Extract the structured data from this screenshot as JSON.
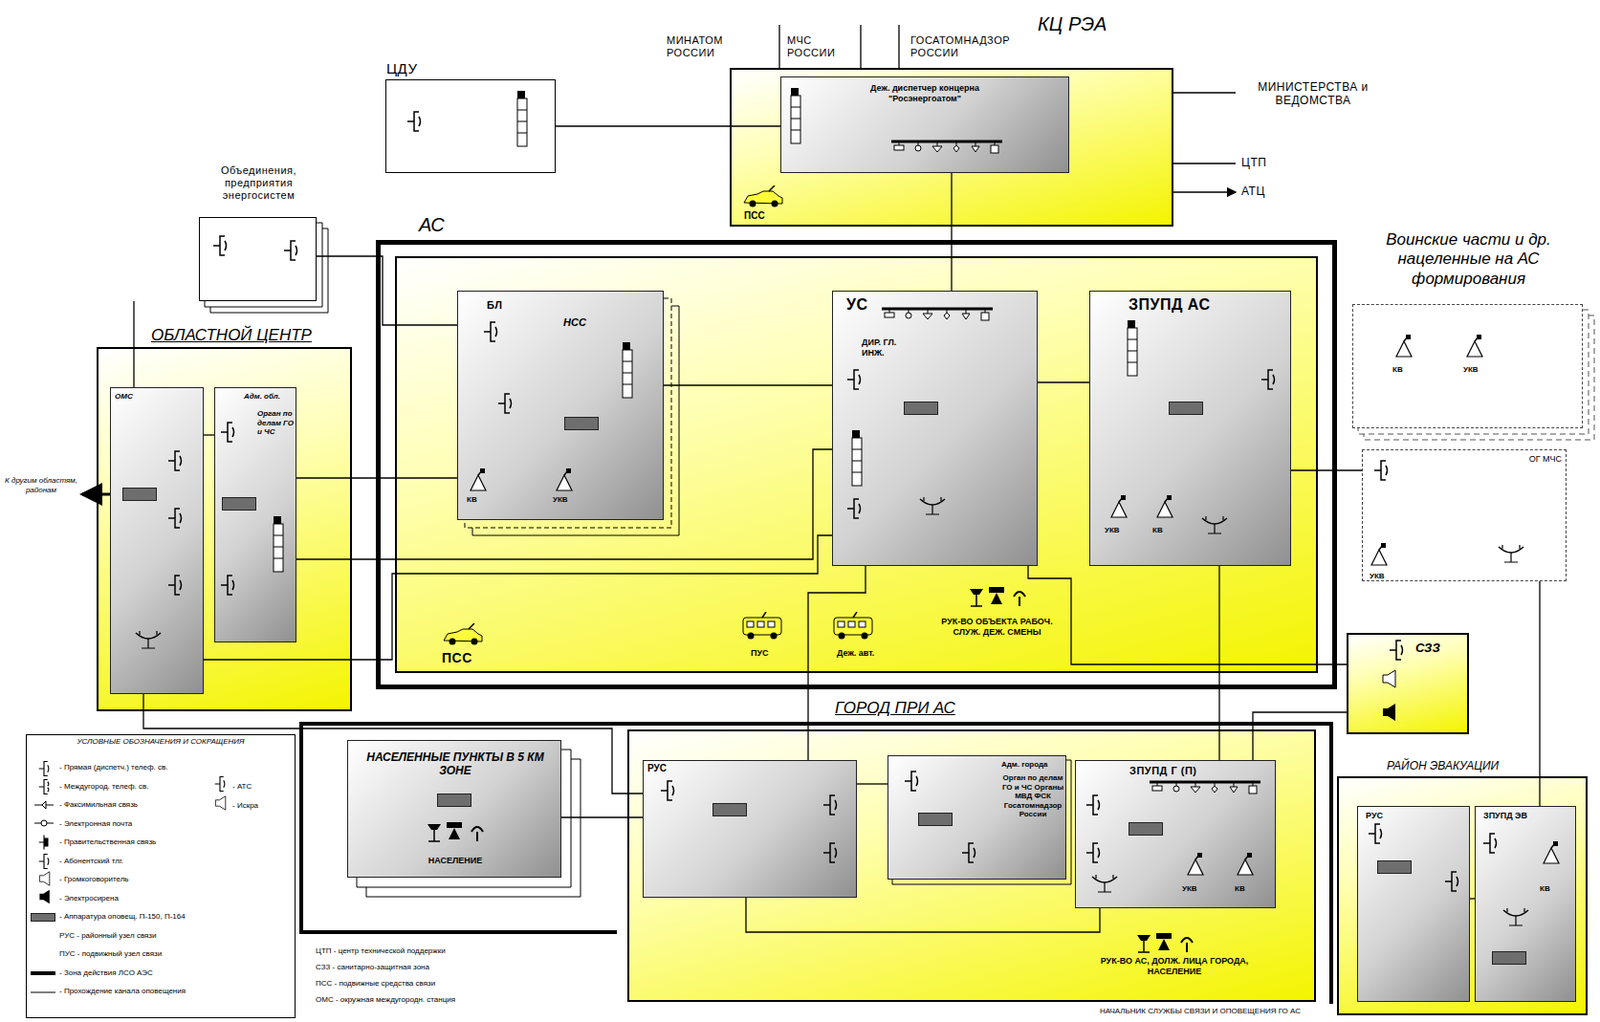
{
  "diagram": {
    "nodes": [
      {
        "text": [
          "КЦ РЭА"
        ]
      },
      {
        "text": [
          "Деж. диспетчер концерна \"Росэнергоатом\""
        ],
        "in": 0
      },
      {
        "text": [
          "ЦДУ"
        ]
      },
      {
        "text": [
          "Объединения, предприятия энергосистем"
        ]
      },
      {
        "text": [
          "АС"
        ]
      },
      {
        "text": [
          "БЛ",
          "НСС"
        ],
        "in": 4
      },
      {
        "text": [
          "УС",
          "ДИР. ГЛ. ИНЖ."
        ],
        "in": 4
      },
      {
        "text": [
          "ЗПУПД АС"
        ],
        "in": 4
      },
      {
        "text": [
          "Воинские части и др. нацеленные на АС формирования"
        ]
      },
      {
        "text": [
          "ОГ МЧС"
        ]
      },
      {
        "text": [
          "ОБЛАСТНОЙ ЦЕНТР"
        ]
      },
      {
        "text": [
          "ОМС"
        ],
        "in": 10
      },
      {
        "text": [
          "Адм. обл.",
          "Орган по делам ГО и ЧС"
        ],
        "in": 10
      },
      {
        "text": [
          "СЗЗ"
        ]
      },
      {
        "text": [
          "ГОРОД ПРИ АС"
        ]
      },
      {
        "text": [
          "РУС"
        ],
        "in": 14
      },
      {
        "text": [
          "Адм. города",
          "Орган по делам ГО и ЧС Органы МВД ФСК Госатомнадзор России"
        ],
        "in": 14
      },
      {
        "text": [
          "ЗПУПД Г (П)"
        ],
        "in": 14
      },
      {
        "text": [
          "НАСЕЛЕННЫЕ ПУНКТЫ В 5 КМ ЗОНЕ",
          "НАСЕЛЕНИЕ"
        ]
      },
      {
        "text": [
          "РАЙОН ЭВАКУАЦИИ"
        ]
      },
      {
        "text": [
          "РУС"
        ],
        "in": 19
      },
      {
        "text": [
          "ЗПУПД ЭВ"
        ],
        "in": 19
      }
    ],
    "edges": [
      {
        "from": 2,
        "to": 1,
        "arrow": "none"
      },
      {
        "from": 3,
        "to": 5,
        "arrow": "none"
      },
      {
        "from": 3,
        "to": 11,
        "arrow": "none"
      },
      {
        "from": 1,
        "to": 6,
        "arrow": "none"
      },
      {
        "from": 5,
        "to": 6,
        "arrow": "none"
      },
      {
        "from": 6,
        "to": 7,
        "arrow": "none"
      },
      {
        "from": 7,
        "to": 9,
        "arrow": "none"
      },
      {
        "from": 12,
        "to": 5,
        "arrow": "none"
      },
      {
        "from": 12,
        "to": 6,
        "arrow": "none"
      },
      {
        "from": 11,
        "to": 6,
        "arrow": "none"
      },
      {
        "from": 11,
        "to": 15,
        "arrow": "none"
      },
      {
        "from": 6,
        "to": 15,
        "arrow": "none"
      },
      {
        "from": 7,
        "to": 17,
        "arrow": "none"
      },
      {
        "from": 6,
        "to": 13,
        "arrow": "none"
      },
      {
        "from": 17,
        "to": 13,
        "arrow": "none"
      },
      {
        "from": 18,
        "to": 15,
        "arrow": "none"
      },
      {
        "from": 15,
        "to": 16,
        "arrow": "none"
      },
      {
        "from": 15,
        "to": 17,
        "arrow": "none"
      },
      {
        "from": 9,
        "to": 21,
        "arrow": "none"
      },
      {
        "from": 20,
        "to": 21,
        "arrow": "none"
      },
      {
        "from": 11,
        "to": 12,
        "arrow": "none"
      }
    ],
    "labels": [
      "ПСС",
      "МИНАТОМ РОССИИ",
      "МЧС РОССИИ",
      "ГОСАТОМНАДЗОР РОССИИ",
      "МИНИСТЕРСТВА и ВЕДОМСТВА",
      "ЦТП",
      "АТЦ",
      "КВ",
      "УКВ",
      "УКВ",
      "КВ",
      "ПСС",
      "ПУС",
      "Деж. авт.",
      "РУК-ВО ОБЪЕКТА РАБОЧ. СЛУЖ. ДЕЖ. СМЕНЫ",
      "КВ",
      "УКВ",
      "УКВ",
      "К другим областям, районам",
      "УКВ",
      "КВ",
      "РУК-ВО АС, ДОЛЖ. ЛИЦА ГОРОДА, НАСЕЛЕНИЕ",
      "КВ",
      "НАЧАЛЬНИК СЛУЖБЫ СВЯЗИ И ОПОВЕЩЕНИЯ ГО АС",
      "УСЛОВНЫЕ ОБОЗНАЧЕНИЯ И СОКРАЩЕНИЯ"
    ],
    "legend": [
      {
        "text": "- Прямая (диспетч.) телеф. св."
      },
      {
        "text": "- Междугород. телеф. св."
      },
      {
        "text": "- Факсимильная связь"
      },
      {
        "text": "- Электронная почта"
      },
      {
        "text": "- Правительственная связь"
      },
      {
        "text": "- Абонентский тлг."
      },
      {
        "text": "- Громкоговоритель"
      },
      {
        "text": "- Электросирена"
      },
      {
        "text": "- Аппаратура оповещ. П-150, П-164",
        "color": "#6e6e6e"
      },
      {
        "text": "РУС - районный узел связи"
      },
      {
        "text": "ПУС - подвижный узел связи"
      },
      {
        "text": "- Зона действия ЛСО АЭС"
      },
      {
        "text": "- Прохождение канала оповещения"
      },
      {
        "text": "- АТС"
      },
      {
        "text": "- Искра"
      },
      {
        "text": "ЦТП - центр технической поддержки"
      },
      {
        "text": "СЗЗ - санитарно-защитная зона"
      },
      {
        "text": "ПСС - подвижные средства связи"
      },
      {
        "text": "ОМС - окружная междугородн. станция"
      }
    ]
  }
}
